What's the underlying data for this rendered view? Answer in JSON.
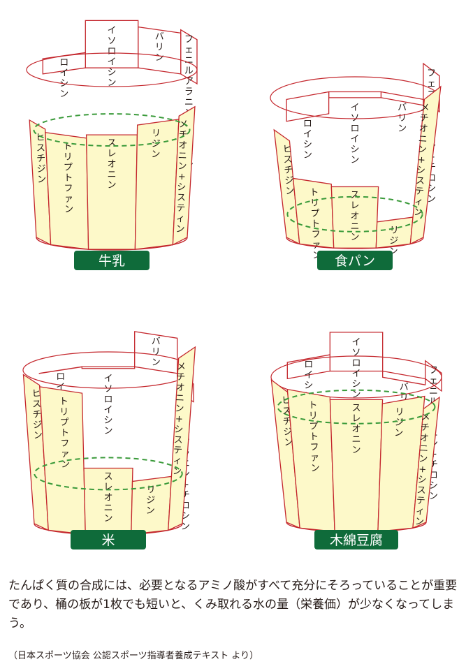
{
  "colors": {
    "stave_fill": "#fdf9c9",
    "inner_fill": "#ffffff",
    "outline": "#c4272d",
    "water_line": "#3a9a3a",
    "label_bg": "#0f6b3a",
    "label_text": "#ffffff",
    "text": "#231815"
  },
  "barrels": [
    {
      "name": "牛乳",
      "staves": [
        {
          "label": "ヒスチジン",
          "level": 0.7
        },
        {
          "label": "トリプトファン",
          "level": 0.68
        },
        {
          "label": "スレオニン",
          "level": 0.7
        },
        {
          "label": "リジン",
          "level": 0.76
        },
        {
          "label": "メチオニン+システィン",
          "level": 0.78
        },
        {
          "label": "フェニルアラニン+チロシン",
          "level": 1.16
        },
        {
          "label": "バリン",
          "level": 1.14
        },
        {
          "label": "イソロイシン",
          "level": 1.18
        },
        {
          "label": "ロイシン",
          "level": 0.98
        }
      ]
    },
    {
      "name": "食パン",
      "staves": [
        {
          "label": "ヒスチジン",
          "level": 0.77
        },
        {
          "label": "トリプトファン",
          "level": 0.49
        },
        {
          "label": "スレオニン",
          "level": 0.47
        },
        {
          "label": "リジン",
          "level": 0.2
        },
        {
          "label": "メチオニン+システィン",
          "level": 1.08
        },
        {
          "label": "フェニルアラニン+チロシン",
          "level": 1.1
        },
        {
          "label": "バリン",
          "level": 0.84
        },
        {
          "label": "イソロイシン",
          "level": 0.84
        },
        {
          "label": "ロイシン",
          "level": 0.74
        }
      ]
    },
    {
      "name": "米",
      "staves": [
        {
          "label": "ヒスチジン",
          "level": 0.97
        },
        {
          "label": "トリプトファン",
          "level": 0.96
        },
        {
          "label": "スレオニン",
          "level": 0.45
        },
        {
          "label": "リジン",
          "level": 0.36
        },
        {
          "label": "メチオニン+システィン",
          "level": 1.15
        },
        {
          "label": "フェニルアラニン+チロシン",
          "level": 0.77
        },
        {
          "label": "バリン",
          "level": 1.1
        },
        {
          "label": "イソロイシン",
          "level": 0.87
        },
        {
          "label": "ロイシン",
          "level": 0.88
        }
      ]
    },
    {
      "name": "木綿豆腐",
      "staves": [
        {
          "label": "ヒスチジン",
          "level": 0.98
        },
        {
          "label": "トリプトファン",
          "level": 1.0
        },
        {
          "label": "スレオニン",
          "level": 0.98
        },
        {
          "label": "リジン",
          "level": 0.95
        },
        {
          "label": "メチオニン+システィン",
          "level": 0.86
        },
        {
          "label": "フェニルアラニン+チロシン",
          "level": 0.99
        },
        {
          "label": "バリン",
          "level": 0.84
        },
        {
          "label": "イソロイシン",
          "level": 1.12
        },
        {
          "label": "ロイシン",
          "level": 0.98
        }
      ]
    }
  ],
  "caption": "たんぱく質の合成には、必要となるアミノ酸がすべて充分にそろっていることが重要であり、桶の板が1枚でも短いと、くみ取れる水の量（栄養価）が少なくなってしまう。",
  "source": "（日本スポーツ協会 公認スポーツ指導者養成テキスト より）"
}
